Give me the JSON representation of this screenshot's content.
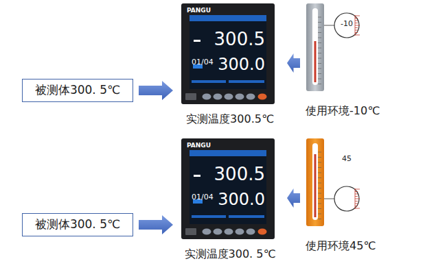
{
  "diagram": {
    "nodes": [
      {
        "text": [
          "被测体300. 5℃"
        ]
      },
      {
        "text": [
          "PANGU",
          "300.5",
          "01/04",
          "300.0",
          "实测温度300.5℃"
        ]
      },
      {
        "text": [
          "-10",
          "使用环境-10℃"
        ]
      },
      {
        "text": [
          "被测体300. 5℃"
        ]
      },
      {
        "text": [
          "PANGU",
          "300.5",
          "01/04",
          "300.0",
          "实测温度300. 5℃"
        ]
      },
      {
        "text": [
          "45",
          "使用环境45℃"
        ]
      }
    ],
    "edges": [
      {
        "from": 0,
        "to": 1,
        "arrow": "to"
      },
      {
        "from": 2,
        "to": 1,
        "arrow": "to"
      },
      {
        "from": 3,
        "to": 4,
        "arrow": "to"
      },
      {
        "from": 5,
        "to": 4,
        "arrow": "to"
      }
    ]
  }
}
